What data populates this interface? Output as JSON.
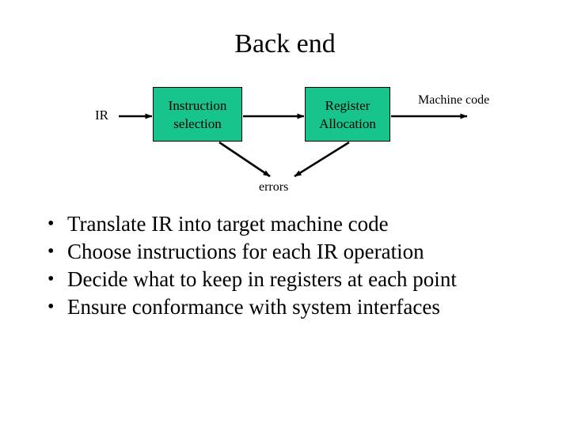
{
  "slide": {
    "title": "Back end",
    "background_color": "#ffffff",
    "text_color": "#000000"
  },
  "diagram": {
    "box_fill_color": "#18c48e",
    "box_border_color": "#000000",
    "input_label": "IR",
    "output_label": "Machine code",
    "errors_label": "errors",
    "boxes": [
      {
        "line1": "Instruction",
        "line2": "selection"
      },
      {
        "line1": "Register",
        "line2": "Allocation"
      }
    ]
  },
  "bullets": [
    "Translate IR into target machine code",
    "Choose instructions for each IR operation",
    "Decide what to keep in registers at each point",
    "Ensure conformance with system interfaces"
  ]
}
